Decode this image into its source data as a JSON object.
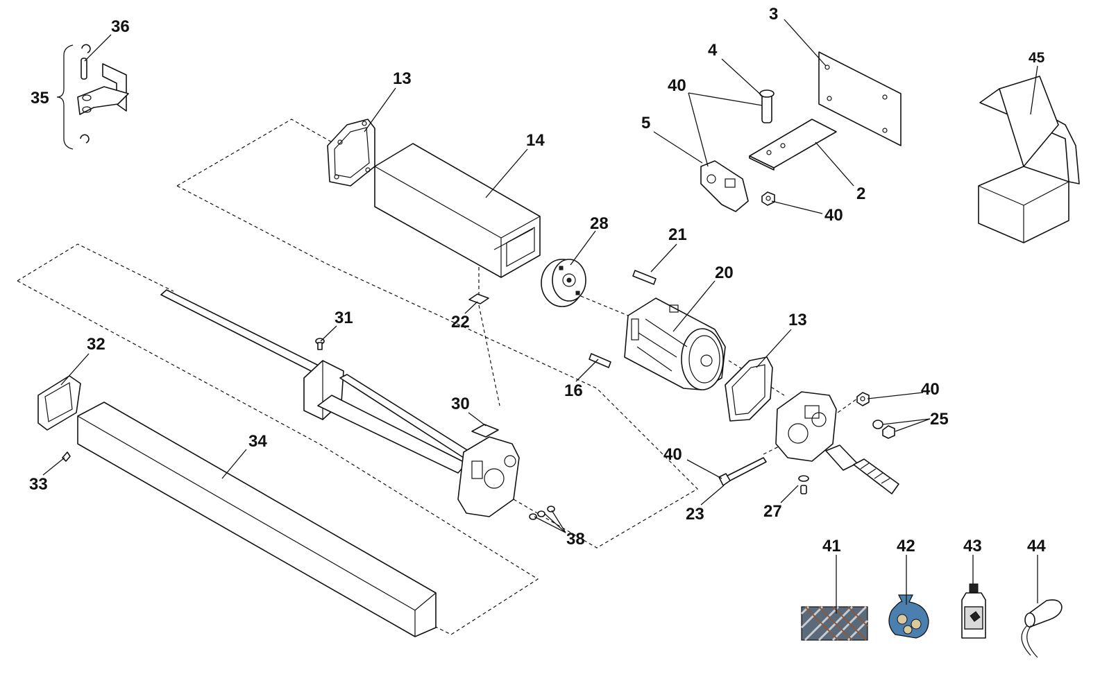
{
  "callouts": {
    "c36": "36",
    "c35": "35",
    "c13a": "13",
    "c14": "14",
    "c3": "3",
    "c4": "4",
    "c40a": "40",
    "c5": "5",
    "c2": "2",
    "c40b": "40",
    "c45": "45",
    "c28": "28",
    "c21": "21",
    "c20": "20",
    "c22": "22",
    "c31": "31",
    "c32": "32",
    "c16": "16",
    "c13b": "13",
    "c40c": "40",
    "c25": "25",
    "c30": "30",
    "c34": "34",
    "c33": "33",
    "c40d": "40",
    "c23": "23",
    "c27": "27",
    "c38": "38",
    "c41": "41",
    "c42": "42",
    "c43": "43",
    "c44": "44"
  },
  "colors": {
    "line": "#111111",
    "accent_bag": "#4a7fb0",
    "background": "#ffffff"
  }
}
